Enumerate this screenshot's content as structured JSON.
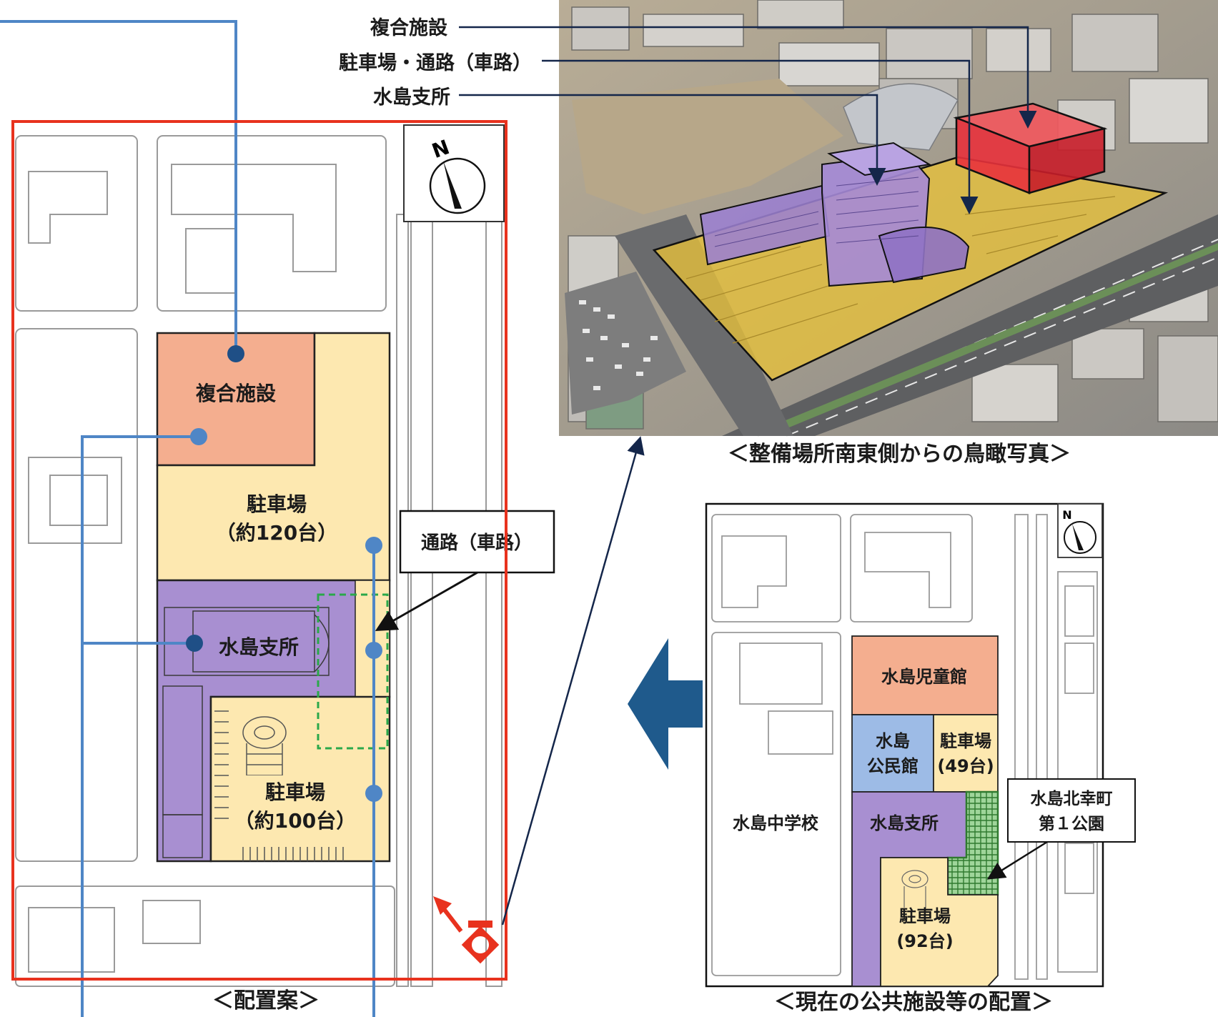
{
  "plan": {
    "north": "N",
    "complex_facility": "複合施設",
    "parking_north": {
      "line1": "駐車場",
      "line2": "（約120台）"
    },
    "branch_office": "水島支所",
    "parking_south": {
      "line1": "駐車場",
      "line2": "（約100台）"
    },
    "road_callout": "通路（車路）",
    "caption": "＜配置案＞"
  },
  "aerial": {
    "label_complex": "複合施設",
    "label_parking_road": "駐車場・通路（車路）",
    "label_branch": "水島支所",
    "caption": "＜整備場所南東側からの鳥瞰写真＞"
  },
  "current": {
    "north": "N",
    "childrens_hall": "水島児童館",
    "community_hall": {
      "line1": "水島",
      "line2": "公民館"
    },
    "parking_49": {
      "line1": "駐車場",
      "line2": "(49台)"
    },
    "junior_high": "水島中学校",
    "branch_office": "水島支所",
    "park_callout": {
      "line1": "水島北幸町",
      "line2": "第１公園"
    },
    "parking_92": {
      "line1": "駐車場",
      "line2": "(92台)"
    },
    "caption": "＜現在の公共施設等の配置＞"
  },
  "colors": {
    "complex": "#f4ae8f",
    "parking": "#fde8b0",
    "branch": "#a88fd1",
    "community": "#9dbbe6",
    "park": "#3d8f3d",
    "leader_blue": "#4f86c6",
    "frame_red": "#e8321e",
    "big_arrow": "#1f5a8c",
    "aerial_red": "#e8323c",
    "aerial_purple": "#9b7fd0",
    "aerial_yellow": "#e8c23a"
  }
}
